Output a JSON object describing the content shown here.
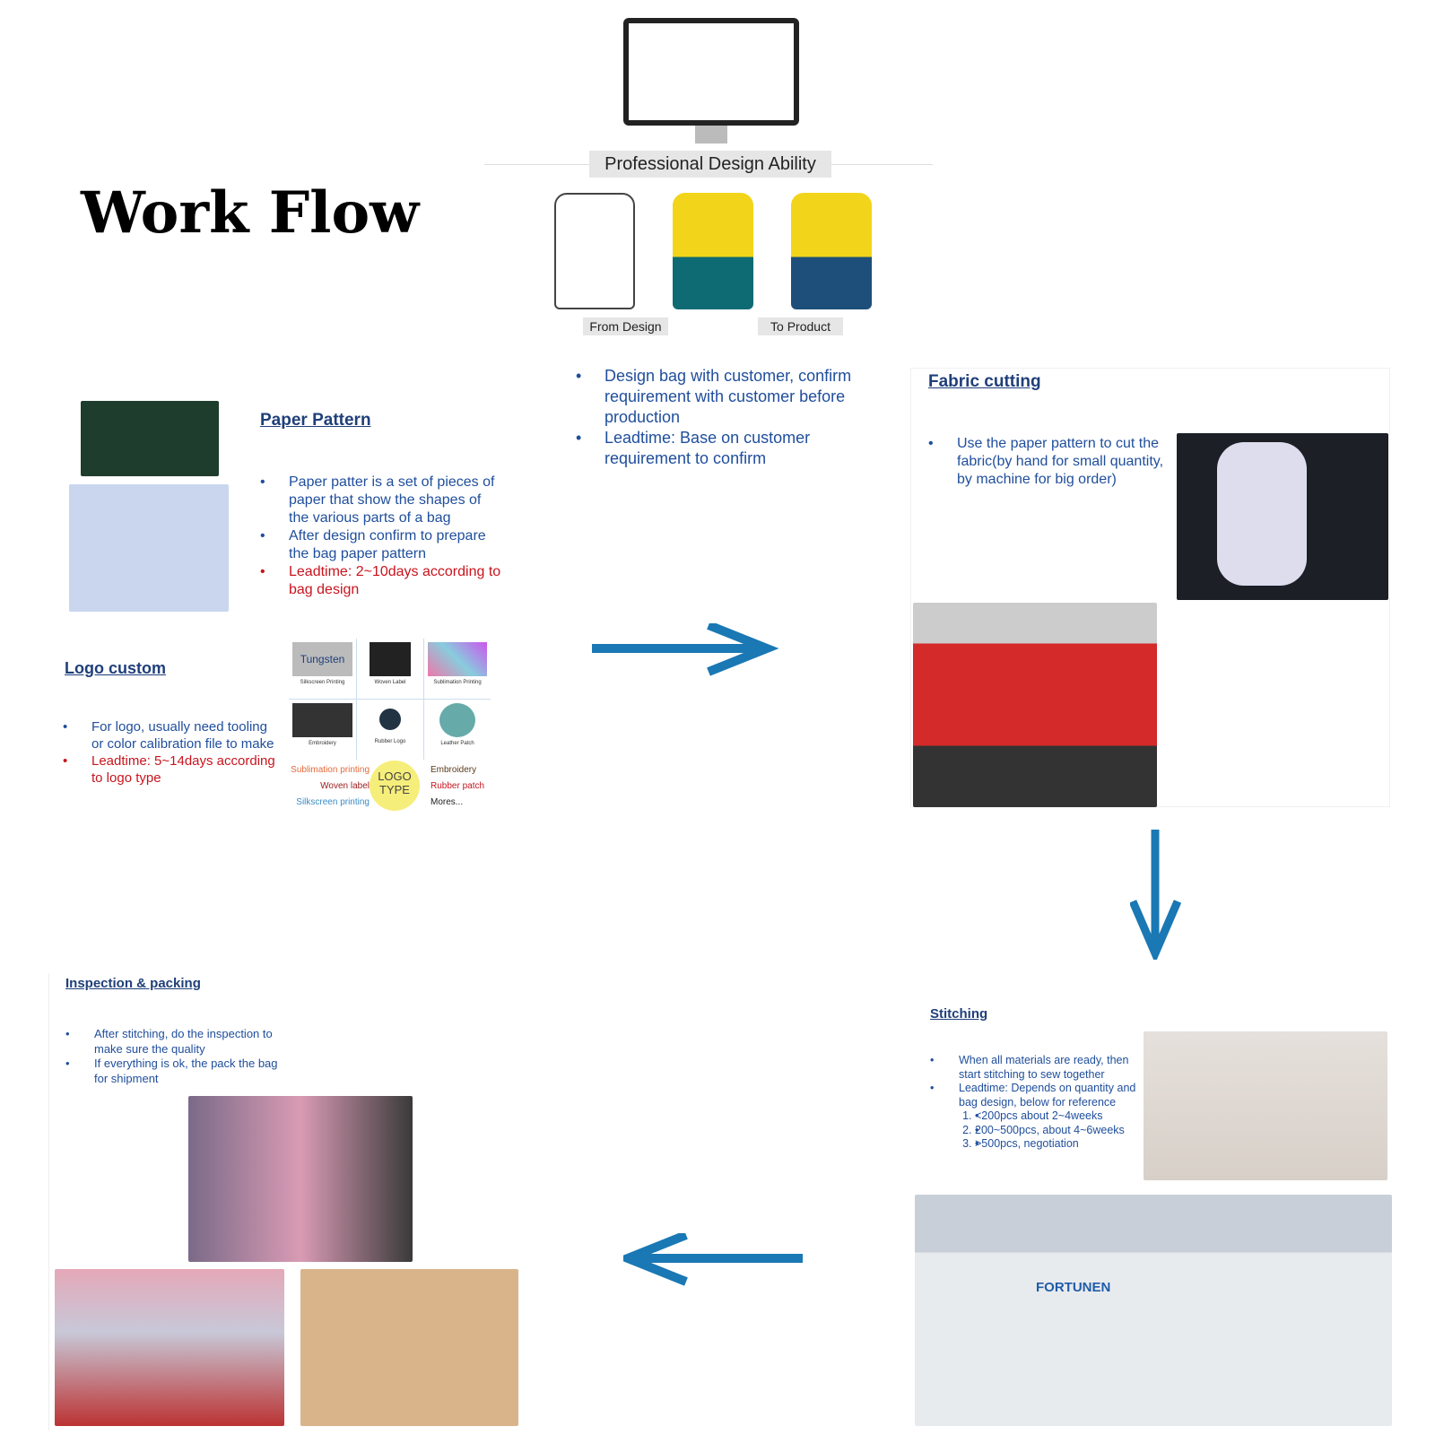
{
  "title": "Work Flow",
  "design": {
    "caption": "Professional Design Ability",
    "from_label": "From Design",
    "to_label": "To Product",
    "bullets": [
      "Design bag with customer, confirm requirement with customer before production",
      "Leadtime: Base on customer requirement to confirm"
    ]
  },
  "paper_pattern": {
    "heading": "Paper Pattern",
    "bullets": [
      "Paper patter is a set of pieces of paper that show the shapes of the various parts of a bag",
      "After design confirm to prepare the bag paper pattern"
    ],
    "leadtime": "Leadtime: 2~10days according to bag design"
  },
  "logo_custom": {
    "heading": "Logo custom",
    "bullets": [
      "For logo, usually need tooling or color calibration file to make"
    ],
    "leadtime": "Leadtime: 5~14days according to logo type",
    "samples": [
      "Silkscreen Printing",
      "Woven Label",
      "Sublimation Printing",
      "Embroidery",
      "Rubber Logo",
      "Leather Patch"
    ],
    "sample_brand": "Tungsten",
    "logo_type": {
      "center": "LOGO TYPE",
      "left": [
        "Sublimation printing",
        "Woven label",
        "Silkscreen printing"
      ],
      "right": [
        "Embroidery",
        "Rubber patch",
        "Mores..."
      ]
    }
  },
  "fabric_cutting": {
    "heading": "Fabric cutting",
    "bullets": [
      "Use the paper pattern to cut the fabric(by hand for small quantity, by machine for big order)"
    ]
  },
  "stitching": {
    "heading": "Stitching",
    "bullets": [
      "When all materials are ready, then start stitching to sew together",
      "Leadtime: Depends on quantity and bag design, below for reference"
    ],
    "list": [
      "<200pcs about 2~4weeks",
      "200~500pcs, about 4~6weeks",
      ">500pcs, negotiation"
    ],
    "machine_brand": "FORTUNEN"
  },
  "inspection": {
    "heading": "Inspection & packing",
    "bullets": [
      "After stitching, do the inspection to make sure the quality",
      "If everything is ok, the pack the bag for shipment"
    ]
  },
  "colors": {
    "arrow": "#1a78b4",
    "text": "#1f4e9c",
    "red": "#c8141e"
  }
}
